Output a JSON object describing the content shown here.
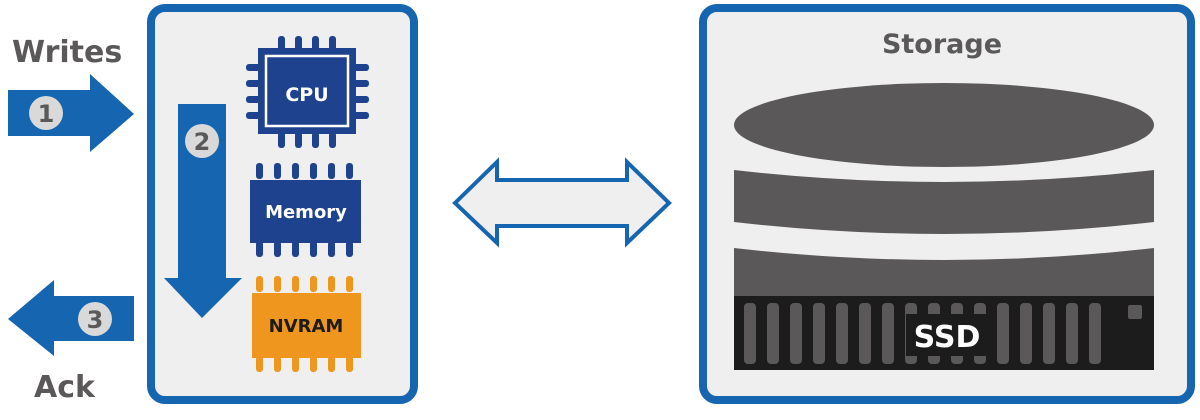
{
  "labels": {
    "writes": "Writes",
    "ack": "Ack",
    "storage_title": "Storage",
    "ssd": "SSD"
  },
  "chips": {
    "cpu": "CPU",
    "memory": "Memory",
    "nvram": "NVRAM"
  },
  "steps": {
    "step1": "1",
    "step2": "2",
    "step3": "3"
  },
  "colors": {
    "blue": "#1565b0",
    "panel": "#efefef",
    "navy": "#1f428e",
    "orange": "#ef961e",
    "disk": "#5a5858",
    "ssd": "#1c1c1c",
    "badge": "#d9d9d9"
  }
}
